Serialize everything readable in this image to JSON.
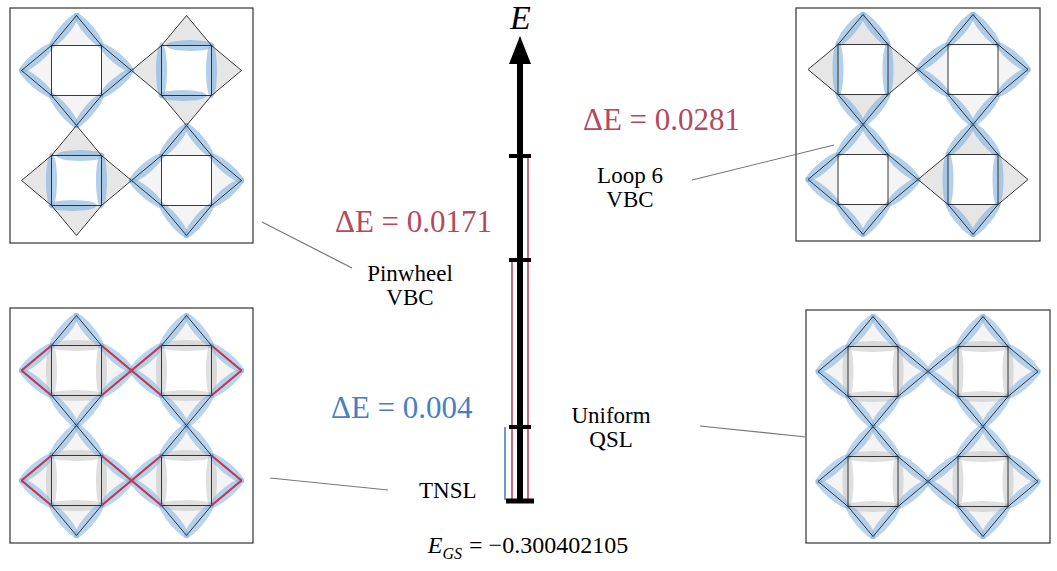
{
  "diagram": {
    "labels": [
      "E",
      "ΔE = 0.0281",
      "Loop 6 VBC",
      "ΔE = 0.0171",
      "Pinwheel VBC",
      "ΔE = 0.004",
      "Uniform QSL",
      "TNSL",
      "E",
      "GS",
      "= −0.300402105"
    ]
  }
}
